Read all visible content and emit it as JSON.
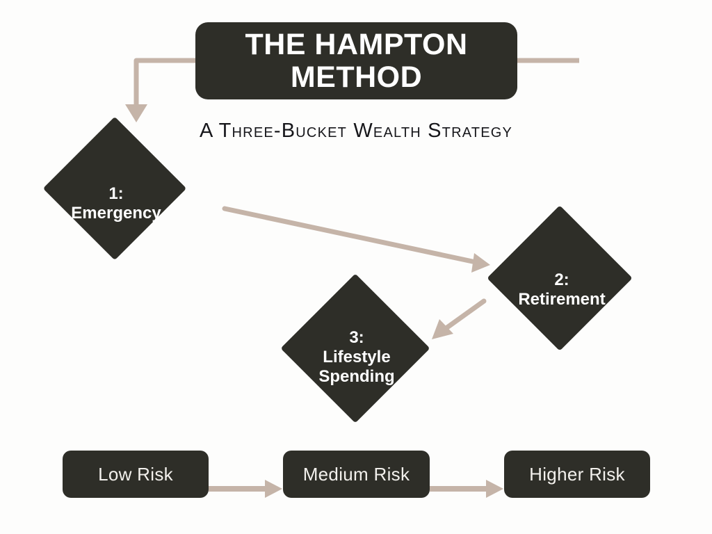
{
  "theme": {
    "background": "#fdfdfc",
    "shape_fill": "#2e2e28",
    "shape_text": "#ffffff",
    "connector": "#c5b4a8",
    "subtitle_text": "#16161a"
  },
  "title": {
    "text": "THE HAMPTON\nMETHOD"
  },
  "subtitle": {
    "text": "A Three-Bucket Wealth Strategy"
  },
  "buckets": [
    {
      "number": "1:",
      "name": "Emergency",
      "label": "1:\nEmergency"
    },
    {
      "number": "2:",
      "name": "Retirement",
      "label": "2:\nRetirement"
    },
    {
      "number": "3:",
      "name": "Lifestyle Spending",
      "label": "3:\nLifestyle\nSpending"
    }
  ],
  "risk_levels": [
    {
      "label": "Low Risk"
    },
    {
      "label": "Medium Risk"
    },
    {
      "label": "Higher Risk"
    }
  ],
  "connectors": [
    {
      "name": "title-to-bucket-1",
      "from": "title-box-left",
      "to": "bucket-1-top",
      "style": "elbow-down",
      "arrow": true
    },
    {
      "name": "title-right-stub",
      "from": "title-box-right",
      "to": "open-end",
      "style": "straight",
      "arrow": false
    },
    {
      "name": "bucket-1-to-bucket-2",
      "from": "bucket-1-right",
      "to": "bucket-2-left",
      "style": "diagonal",
      "arrow": true
    },
    {
      "name": "bucket-2-to-bucket-3",
      "from": "bucket-2-bottom-left",
      "to": "bucket-3-top-right",
      "style": "diagonal",
      "arrow": true
    },
    {
      "name": "low-to-medium-risk",
      "from": "risk-box-low-right",
      "to": "risk-box-medium-left",
      "style": "straight",
      "arrow": true
    },
    {
      "name": "medium-to-higher-risk",
      "from": "risk-box-medium-right",
      "to": "risk-box-higher-left",
      "style": "straight",
      "arrow": true
    }
  ]
}
